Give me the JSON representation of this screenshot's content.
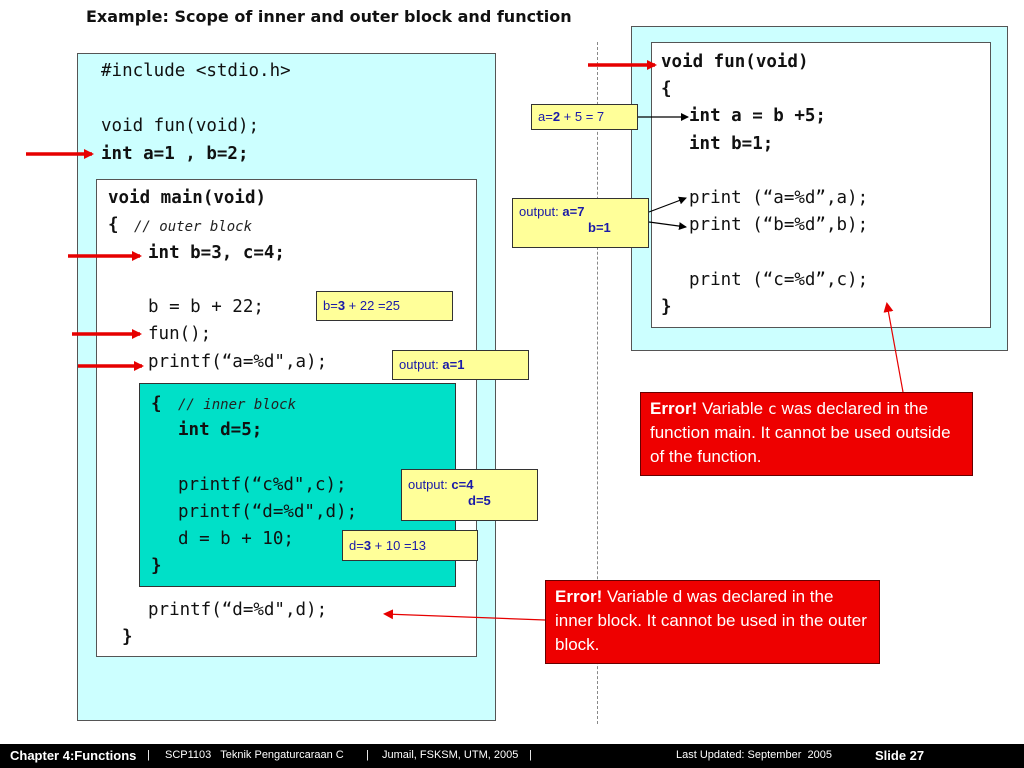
{
  "title": "Example: Scope of inner and outer block and function",
  "left_code": {
    "line_include": "#include <stdio.h>",
    "line_proto": "void fun(void);",
    "line_global": "int a=1 , b=2;"
  },
  "main_block": {
    "line_header": "void main(void)",
    "brace_open": "{",
    "comment_outer": "// outer block",
    "line_decl": "int b=3, c=4;",
    "line_assign": "b = b + 22;",
    "line_call": "fun();",
    "line_print_a": "printf(“a=%d\",a);",
    "line_print_d": "printf(“d=%d\",d);",
    "brace_close": "}"
  },
  "inner_block": {
    "brace_open": "{",
    "comment_inner": "// inner block",
    "line_decl": "int d=5;",
    "line_print_c": "printf(“c%d\",c);",
    "line_print_d": "printf(“d=%d\",d);",
    "line_assign": "d = b + 10;",
    "brace_close": "}"
  },
  "fun_block": {
    "line_header": "void fun(void)",
    "brace_open": "{",
    "line_decl_a": "int a = b +5;",
    "line_decl_b": "int b=1;",
    "line_print_a": "print (“a=%d”,a);",
    "line_print_b": "print (“b=%d”,b);",
    "line_print_c": "print (“c=%d”,c);",
    "brace_close": "}"
  },
  "notes": {
    "fun_a_prefix": "a=",
    "fun_a_val": "2",
    "fun_a_rest": " + 5 = 7",
    "fun_out_label": "output: ",
    "fun_out_a": "a=7",
    "fun_out_b": "b=1",
    "main_b_prefix": "b=",
    "main_b_val": "3",
    "main_b_rest": " + 22 =25",
    "main_out_label": "output: ",
    "main_out_a": "a=1",
    "inner_out_label": "output: ",
    "inner_out_c": "c=4",
    "inner_out_d": "d=5",
    "inner_d_prefix": "d=",
    "inner_d_val": "3",
    "inner_d_rest": " + 10 =13"
  },
  "errors": {
    "fun_label": "Error!",
    "fun_text_1": " Variable ",
    "fun_var": "c",
    "fun_text_2": " was declared in the function main.  It cannot be used outside of the function.",
    "main_label": "Error!",
    "main_text": " Variable d was declared in the inner block. It cannot be used in the outer block."
  },
  "footer": {
    "chapter": "Chapter 4:Functions",
    "sep1": "|",
    "course": "SCP1103   Teknik Pengaturcaraan C",
    "sep2": "|",
    "author": "Jumail, FSKSM, UTM, 2005",
    "sep3": "|",
    "updated": "Last Updated: September  2005",
    "slide": "Slide 27"
  },
  "colors": {
    "panel_bg": "#ccffff",
    "inner_bg": "#00e0c8",
    "note_bg": "#ffff99",
    "note_text": "#1a1aa8",
    "error_bg": "#ee0000",
    "arrow": "#e60000"
  }
}
